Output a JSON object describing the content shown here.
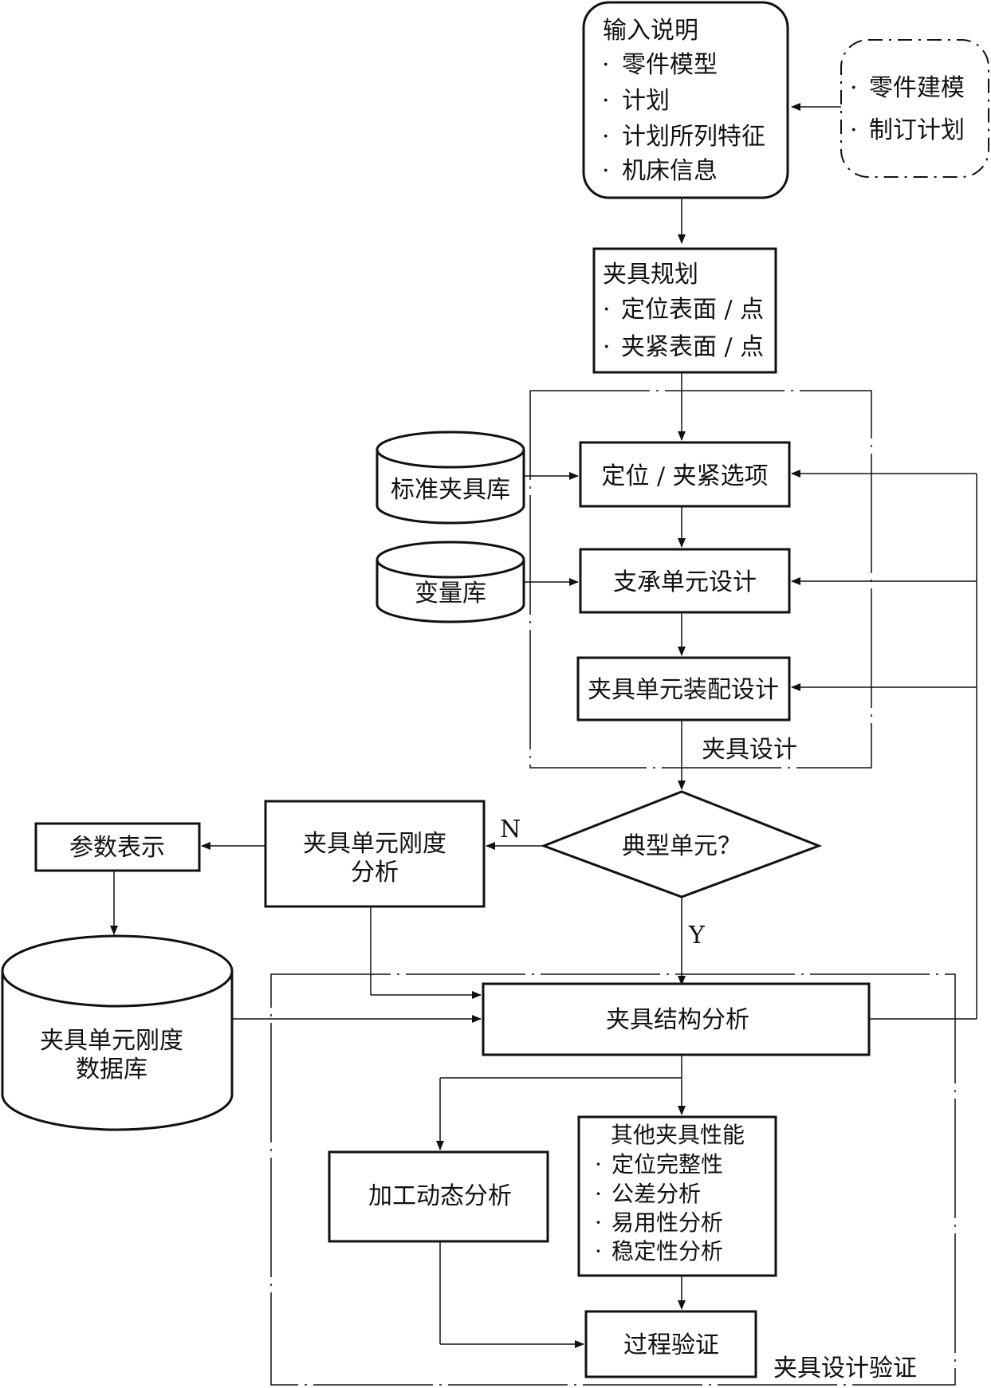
{
  "input_box": {
    "title": "输入说明",
    "items": [
      "零件模型",
      "计划",
      "计划所列特征",
      "机床信息"
    ]
  },
  "external_box": {
    "items": [
      "零件建模",
      "制订计划"
    ]
  },
  "fixture_planning": {
    "title": "夹具规划",
    "items": [
      "定位表面 / 点",
      "夹紧表面 / 点"
    ]
  },
  "databases": {
    "standard_fixture_lib": "标准夹具库",
    "variable_lib": "变量库",
    "stiffness_db_line1": "夹具单元刚度",
    "stiffness_db_line2": "数据库"
  },
  "fixture_design": {
    "group_label": "夹具设计",
    "locate_clamp_options": "定位 / 夹紧选项",
    "support_unit_design": "支承单元设计",
    "unit_assembly_design": "夹具单元装配设计"
  },
  "decision": {
    "label": "典型单元？",
    "no": "N",
    "yes": "Y"
  },
  "stiffness_analysis": {
    "line1": "夹具单元刚度",
    "line2": "分析"
  },
  "parameter_repr": "参数表示",
  "verification": {
    "group_label": "夹具设计验证",
    "structure_analysis": "夹具结构分析",
    "dynamic_analysis": "加工动态分析",
    "other_performance": {
      "title": "其他夹具性能",
      "items": [
        "定位完整性",
        "公差分析",
        "易用性分析",
        "稳定性分析"
      ]
    },
    "process_verification": "过程验证"
  },
  "bullet": "·"
}
